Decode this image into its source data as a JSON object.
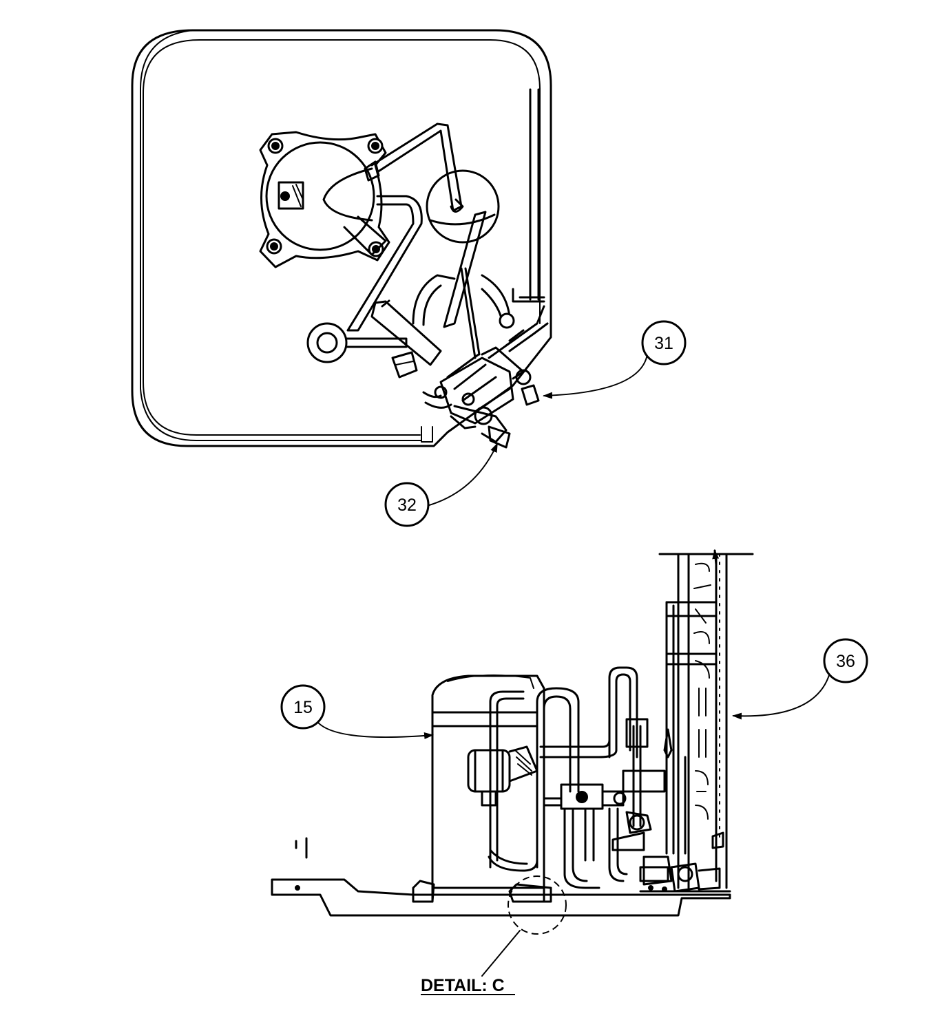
{
  "callouts": {
    "c31": "31",
    "c32": "32",
    "c15": "15",
    "c36": "36"
  },
  "detail_label": "DETAIL: C"
}
